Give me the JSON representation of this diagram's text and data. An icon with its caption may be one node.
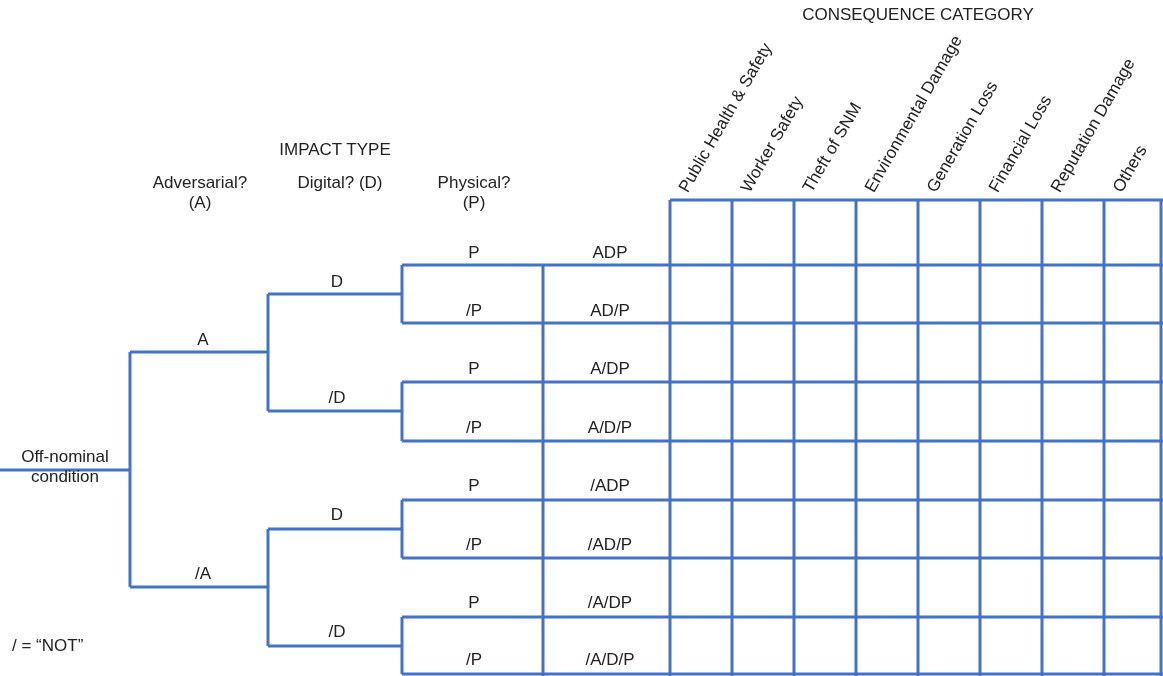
{
  "diagram": {
    "labels": [
      "CONSEQUENCE CATEGORY",
      "Public Health & Safety",
      "Worker Safety",
      "Theft of SNM",
      "Environmental Damage",
      "Generation Loss",
      "Financial Loss",
      "Reputation Damage",
      "Others",
      "IMPACT TYPE",
      "Adversarial? (A)",
      "Digital? (D)",
      "Physical? (P)",
      "P",
      "ADP",
      "D",
      "/P",
      "AD/P",
      "A",
      "P",
      "A/DP",
      "/D",
      "/P",
      "A/D/P",
      "Off-nominal condition",
      "P",
      "/ADP",
      "D",
      "/P",
      "/AD/P",
      "/A",
      "P",
      "/A/DP",
      "/D",
      "/P",
      "/A/D/P",
      "/ = “NOT”"
    ]
  }
}
